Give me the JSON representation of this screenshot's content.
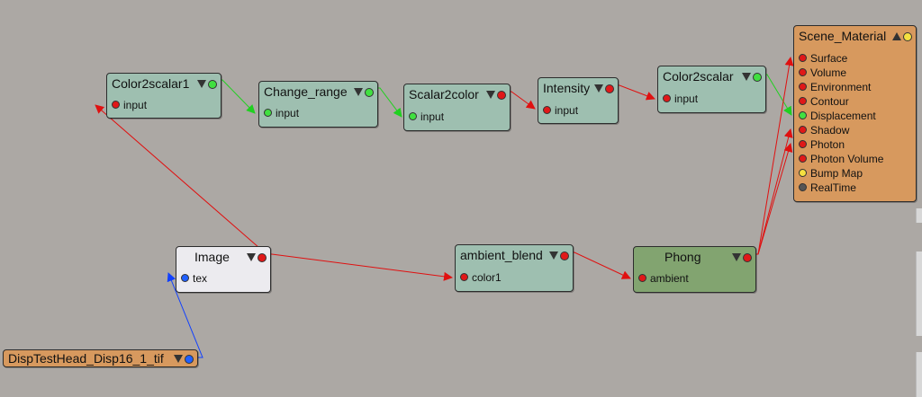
{
  "colors": {
    "background": "#aca8a4",
    "wire_red": "#e01010",
    "wire_green": "#20d020",
    "wire_blue": "#1040ff"
  },
  "nodes": {
    "color2scalar1": {
      "title": "Color2scalar1",
      "port": "input"
    },
    "change_range": {
      "title": "Change_range",
      "port": "input"
    },
    "scalar2color": {
      "title": "Scalar2color",
      "port": "input"
    },
    "intensity": {
      "title": "Intensity",
      "port": "input"
    },
    "color2scalar": {
      "title": "Color2scalar",
      "port": "input"
    },
    "image": {
      "title": "Image",
      "port": "tex"
    },
    "ambient_blend": {
      "title": "ambient_blend",
      "port": "color1"
    },
    "phong": {
      "title": "Phong",
      "port": "ambient"
    },
    "texture": {
      "title": "DispTestHead_Disp16_1_tif"
    },
    "scene_material": {
      "title": "Scene_Material",
      "ports": [
        "Surface",
        "Volume",
        "Environment",
        "Contour",
        "Displacement",
        "Shadow",
        "Photon",
        "Photon Volume",
        "Bump Map",
        "RealTime"
      ]
    }
  }
}
